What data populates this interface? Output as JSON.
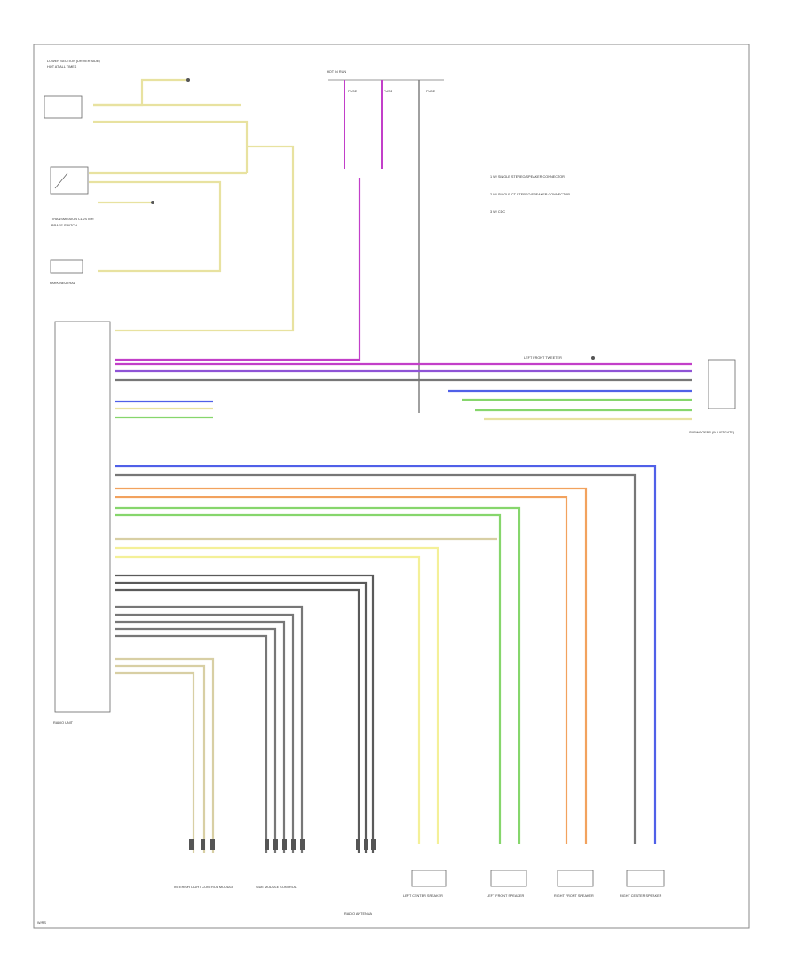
{
  "palette": {
    "yellow": "#e8e2a0",
    "magenta": "#c23fc9",
    "purple": "#8f54d6",
    "gray": "#777777",
    "blue": "#5060e8",
    "green": "#86d66c",
    "orange": "#f2a25e",
    "tan": "#d8cfa4",
    "ltyellow": "#f4f098",
    "dkgray": "#5a5a5a"
  },
  "labels": {
    "top_left_module": "LOWER SECTION (DRIVER SIDE)",
    "trans_cluster": "TRANSMISSION CLUSTER",
    "brake_sw": "BRAKE SWITCH",
    "park_neutral": "PARK/NEUTRAL",
    "hot_at_all": "HOT AT ALL TIMES",
    "hot_run": "HOT IN RUN",
    "fuse_a": "FUSE",
    "fuse_b": "FUSE",
    "fuse_c": "FUSE",
    "radio_unit": "RADIO UNIT",
    "legend_1": "1  W/ SINGLE STEREO/SPEAKER CONNECTOR",
    "legend_2": "2  W/ SINGLE CT STEREO/SPEAKER CONNECTOR",
    "legend_3": "3  W/ CDC",
    "left_front_tweeter": "LEFT FRONT TWEETER",
    "speaker_box_lbl": "SUBWOOFER (IN LIFTGATE)",
    "bottom_1": "INTERIOR LIGHT CONTROL MODULE",
    "bottom_2": "SIDE MODULE CONTROL",
    "bottom_3": "RADIO ANTENNA",
    "bottom_4": "LEFT CENTER SPEAKER",
    "bottom_5": "LEFT FRONT SPEAKER",
    "bottom_6": "RIGHT FRONT SPEAKER",
    "bottom_7": "RIGHT CENTER SPEAKER",
    "page_ref": "W/RS"
  }
}
